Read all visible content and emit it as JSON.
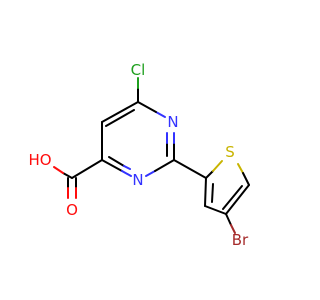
{
  "atoms": {
    "chlorine": "Cl",
    "nitrogen_top": "N",
    "nitrogen_bottom": "N",
    "sulfur": "S",
    "bromine": "Br",
    "hydroxyl": "HO",
    "carbonyl_oxygen": "O"
  },
  "colors": {
    "carbon": "#000000",
    "nitrogen": "#3333ff",
    "oxygen": "#ff0d0d",
    "sulfur": "#c8b400",
    "chlorine": "#1fa01f",
    "bromine": "#a52a2a"
  }
}
